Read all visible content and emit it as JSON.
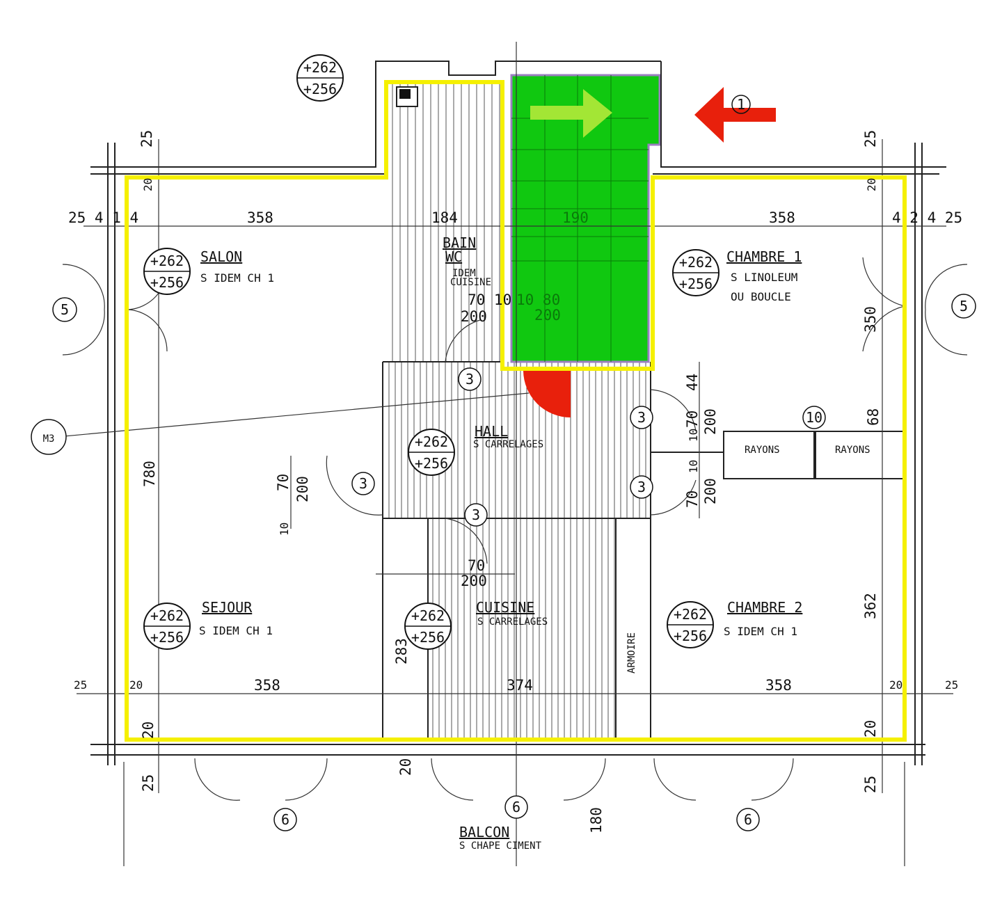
{
  "title": "Floor plan",
  "colors": {
    "outline": "#f5f000",
    "stair_fill": "#10c810",
    "stair_arrow": "#a3e635",
    "red_marker": "#e8200c"
  },
  "level": {
    "top": "+262",
    "bottom": "+256"
  },
  "rooms": {
    "salon": {
      "name": "SALON",
      "floor": "S  IDEM  CH 1"
    },
    "chambre1": {
      "name": "CHAMBRE  1",
      "floor": "S  LINOLEUM",
      "floor2": "OU  BOUCLE"
    },
    "bain": {
      "name": "BAIN",
      "name2": "WC",
      "floor": "IDEM",
      "floor2": "CUISINE"
    },
    "hall": {
      "name": "HALL",
      "floor": "S  CARRELAGES"
    },
    "sejour": {
      "name": "SEJOUR",
      "floor": "S  IDEM  CH 1"
    },
    "cuisine": {
      "name": "CUISINE",
      "floor": "S  CARRELAGES"
    },
    "chambre2": {
      "name": "CHAMBRE  2",
      "floor": "S IDEM  CH 1"
    },
    "rayons1": "RAYONS",
    "rayons2": "RAYONS",
    "armoire": "ARMOIRE",
    "balcon": {
      "name": "BALCON",
      "floor": "S   CHAPE  CIMENT"
    }
  },
  "dimensions": {
    "top_left_widths": "25  4  1  4",
    "salon_width": "358",
    "bain_width": "184",
    "stair_width": "190",
    "chambre1_width": "358",
    "top_right_widths": "4  2  4  25",
    "left_height": "780",
    "chambre1_height": "350",
    "chambre2_height": "362",
    "bottom_salon": "358",
    "bottom_cuisine": "374",
    "bottom_chambre": "358",
    "bl_25": "25",
    "bl_20": "20",
    "br_20": "20",
    "br_25": "25",
    "v_283": "283",
    "v_180": "180",
    "tl_25": "25",
    "tl_20": "20",
    "tr_25": "25",
    "tr_20": "20",
    "bl_v20": "20",
    "bl_v25": "25",
    "br_v20": "20",
    "br_v25": "25",
    "c_v20": "20",
    "bath_door": "70 10",
    "bath_door_h": "200",
    "stair_door": "10  80",
    "stair_door_h": "200",
    "d_44": "44",
    "d_70a": "70",
    "d_10a": "10",
    "d_200a": "200",
    "d_10b": "10",
    "d_70b": "70",
    "d_200b": "200",
    "d_68": "68",
    "hall_l_70": "70",
    "hall_l_200": "200",
    "hall_l_10": "10",
    "hall_b_70": "70",
    "hall_b_200": "200"
  },
  "markers": [
    "1",
    "5",
    "5",
    "3",
    "3",
    "3",
    "3",
    "3",
    "10",
    "6",
    "6",
    "6",
    "M3"
  ]
}
